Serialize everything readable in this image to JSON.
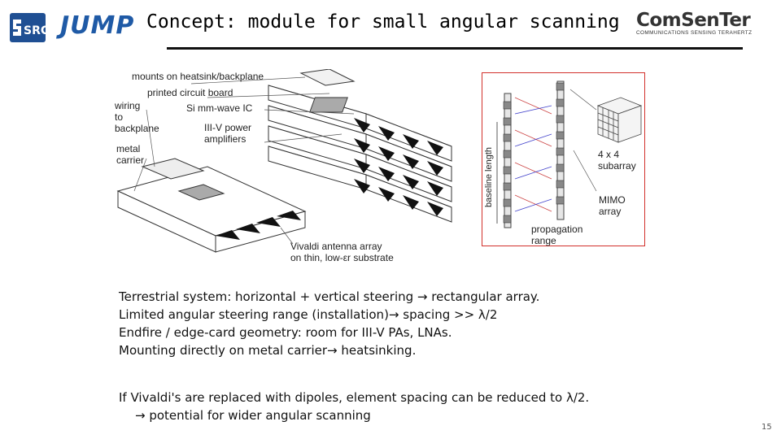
{
  "header": {
    "src_logo_text": "SRC",
    "jump_logo_text": "JUMP",
    "title": "Concept: module for small angular scanning",
    "comsenter_name": "ComSenTer",
    "comsenter_tagline": "COMMUNICATIONS SENSING TERAHERTZ"
  },
  "figure_stack": {
    "labels": {
      "mounts": "mounts on heatsink/backplane",
      "pcb": "printed circuit board",
      "wiring_1": "wiring",
      "wiring_2": "to",
      "wiring_3": "backplane",
      "si_ic": "Si mm-wave IC",
      "pa_1": "III-V power",
      "pa_2": "amplifiers",
      "carrier_1": "metal",
      "carrier_2": "carrier",
      "vivaldi_1": "Vivaldi antenna array",
      "vivaldi_2": "on thin, low-εr substrate"
    }
  },
  "figure_mimo": {
    "labels": {
      "baseline": "baseline length",
      "subarray_1": "4 x 4",
      "subarray_2": "subarray",
      "mimo_1": "MIMO",
      "mimo_2": "array",
      "prop_1": "propagation",
      "prop_2": "range"
    },
    "border_color": "#d2302b"
  },
  "body": {
    "bullets": [
      "Terrestrial system: horizontal + vertical steering → rectangular array.",
      "Limited angular steering range (installation)→ spacing >> λ/2",
      "Endfire  / edge-card geometry: room for III-V PAs, LNAs.",
      "Mounting directly on metal carrier→ heatsinking."
    ],
    "note_line1": "If Vivaldi's are replaced with dipoles, element spacing can be reduced to λ/2.",
    "note_line2": "→ potential for wider angular scanning"
  },
  "footer": {
    "page_number": "15"
  },
  "colors": {
    "jump_blue": "#1f5aa6",
    "src_blue": "#1f4f93",
    "mimo_border": "#d2302b"
  }
}
